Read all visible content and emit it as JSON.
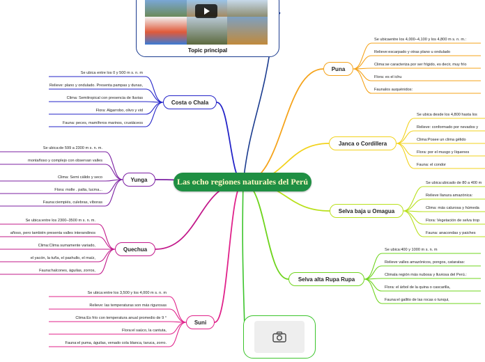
{
  "central": "Las ocho regiones naturales del Perú",
  "image_caption": "Topic principal",
  "regions": [
    {
      "id": "costa",
      "label": "Costa o Chala",
      "color": "#2323c8",
      "items": [
        "Se ubica entre los 0 y 500 m s. n. m",
        "Relieve: plano y ondulado. Presenta pampas y dunas,",
        "Clima: Semitropical con presencia de lluvias",
        "Flora: Algarrobo, olivo y vid",
        "Fauna: peces, mamíferos marinos, crustáceos"
      ]
    },
    {
      "id": "yunga",
      "label": "Yunga",
      "color": "#7b1fa2",
      "items": [
        "Se ubica:de 599 a 2300 m s. n. m.",
        "montañoso y complejo con  observan valles",
        "Clima: Semi cálido y seco",
        "Flora: molle . palta, lucma...",
        "Fauna:ciempiés, culebras, víboras"
      ]
    },
    {
      "id": "quechua",
      "label": "Quechua",
      "color": "#c2188a",
      "items": [
        "Se ubica:entre los 2300–3500 m s. n. m.",
        "añoso, pero también presenta valles interandinos",
        "Clima:Clima sumamente variado,",
        "el yacón, la tuña, el pashullo, el maíz,",
        "Fauna:halcones, águilas, zorros,"
      ]
    },
    {
      "id": "suni",
      "label": "Suni",
      "color": "#e0218a",
      "items": [
        "Se ubica:entre los 3,500 y los 4,000 m s. n. m",
        "Relieve: las temperaturas son más rigurosas",
        "Clima:Es frío con temperatura anual promedio de 9 °",
        "Flora:el saúco, la cantuta,",
        "Fauna:el puma, águilas, venado cola blanca, taruca, zorro."
      ]
    },
    {
      "id": "puna",
      "label": "Puna",
      "color": "#f5a31a",
      "items": [
        "Se ubicaentre los 4,000–4,100 y los 4,800 m s. n. m.:",
        "Relieve:escarpado y otras plano u ondulado",
        "Clima:se caracteriza por ser frígido, es decir, muy frío",
        "Flora: es el ichu",
        "Faunalos auquénidos:"
      ]
    },
    {
      "id": "janca",
      "label": "Janca o Cordillera",
      "color": "#f2d21b",
      "items": [
        "Se ubica desde los 4,800 hasta los",
        "Relieve: conformado por nevados y",
        "Clima:Posee un clima gélido",
        "Flora: por el musgo y líquenes",
        "Fauna: el condor"
      ]
    },
    {
      "id": "selvabaja",
      "label": "Selva baja u Omagua",
      "color": "#b8e01a",
      "items": [
        "Se ubica:ubicado de 80 a 400 m",
        "Relieve llanura amazónica:",
        "Clima:  más calurosa y húmeda",
        "Flora: Vegetación de selva trop",
        "Fauna:  anacondas y paiches"
      ]
    },
    {
      "id": "selvaalta",
      "label": "Selva alta Rupa Rupa",
      "color": "#6fd41e",
      "items": [
        "Se ubica:400 y 1000 m s. n. m",
        "Relieve valles amazónicos, pongos, cataratas:",
        "Climala región más nubosa y lluviosa del Perú.:",
        "Flora:  el árbol de la quina o cascarilla,",
        "Fauna:el gallito de las rocas o tunqui,"
      ]
    }
  ]
}
